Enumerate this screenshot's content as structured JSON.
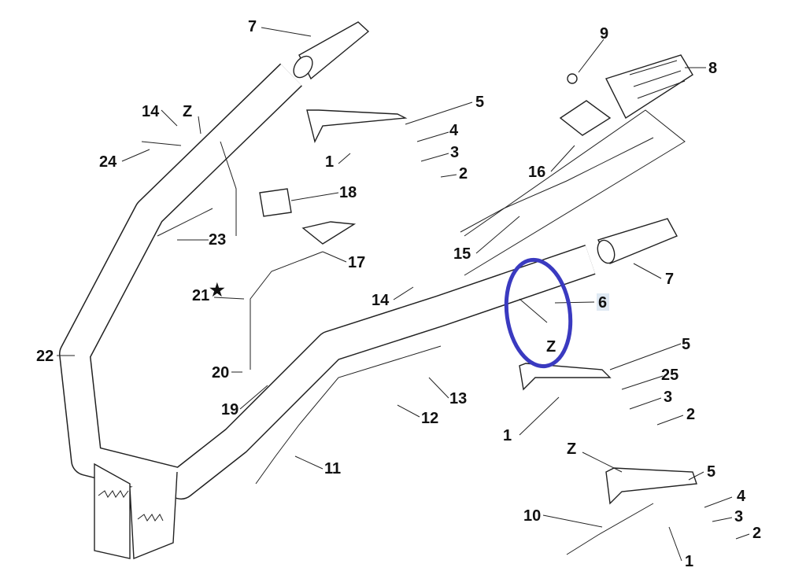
{
  "diagram": {
    "callouts": [
      "7",
      "9",
      "8",
      "14",
      "Z",
      "5",
      "4",
      "3",
      "2",
      "1",
      "24",
      "16",
      "18",
      "23",
      "15",
      "17",
      "7",
      "21",
      "14",
      "6",
      "Z",
      "5",
      "22",
      "25",
      "20",
      "3",
      "13",
      "19",
      "2",
      "12",
      "1",
      "Z",
      "5",
      "11",
      "4",
      "10",
      "3",
      "2",
      "1"
    ],
    "star_mark": "★",
    "highlight_color": "#3a3ac0",
    "highlighted_part": "6"
  }
}
